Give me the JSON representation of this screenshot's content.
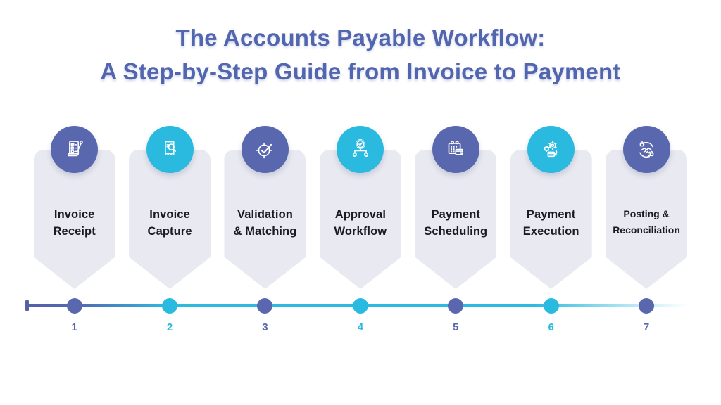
{
  "title": {
    "line1": "The Accounts Payable Workflow:",
    "line2": "A Step-by-Step Guide from Invoice to Payment"
  },
  "colors": {
    "purple": "#5968AE",
    "cyan": "#2ABADF",
    "pennant": "#E8E9F1",
    "title_text": "#5265AF",
    "label_text": "#1B1B20",
    "timeline_start": "#5560A8",
    "timeline_end": "#2CBAE0"
  },
  "steps": [
    {
      "number": "1",
      "label_line1": "Invoice",
      "label_line2": "Receipt",
      "icon": "invoice-receipt-icon",
      "color": "#5968AE"
    },
    {
      "number": "2",
      "label_line1": "Invoice",
      "label_line2": "Capture",
      "icon": "invoice-capture-icon",
      "color": "#2ABADF"
    },
    {
      "number": "3",
      "label_line1": "Validation",
      "label_line2": "& Matching",
      "icon": "validation-matching-icon",
      "color": "#5968AE"
    },
    {
      "number": "4",
      "label_line1": "Approval",
      "label_line2": "Workflow",
      "icon": "approval-workflow-icon",
      "color": "#2ABADF"
    },
    {
      "number": "5",
      "label_line1": "Payment",
      "label_line2": "Scheduling",
      "icon": "payment-scheduling-icon",
      "color": "#5968AE"
    },
    {
      "number": "6",
      "label_line1": "Payment",
      "label_line2": "Execution",
      "icon": "payment-execution-icon",
      "color": "#2ABADF"
    },
    {
      "number": "7",
      "label_line1": "Posting &",
      "label_line2": "Reconciliation",
      "icon": "posting-reconciliation-icon",
      "color": "#5968AE"
    }
  ]
}
